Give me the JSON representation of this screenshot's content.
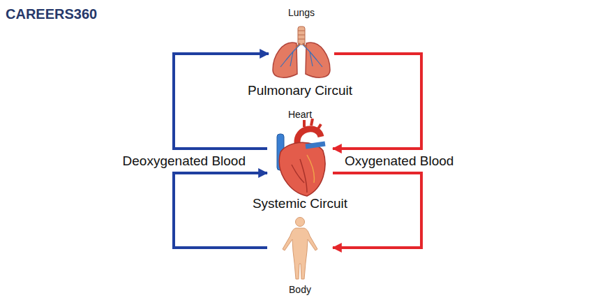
{
  "diagram": {
    "nodes": [
      {
        "text": [
          "Lungs"
        ]
      },
      {
        "text": [
          "Heart"
        ]
      },
      {
        "text": [
          "Body"
        ]
      }
    ],
    "edges": [
      {
        "from": 1,
        "to": 0,
        "arrow": "to"
      },
      {
        "from": 0,
        "to": 1,
        "arrow": "to"
      },
      {
        "from": 1,
        "to": 2,
        "arrow": "to"
      },
      {
        "from": 2,
        "to": 1,
        "arrow": "to"
      }
    ],
    "labels": [
      "CAREERS360",
      "Pulmonary Circuit",
      "Deoxygenated Blood",
      "Oxygenated Blood",
      "Systemic Circuit"
    ]
  }
}
